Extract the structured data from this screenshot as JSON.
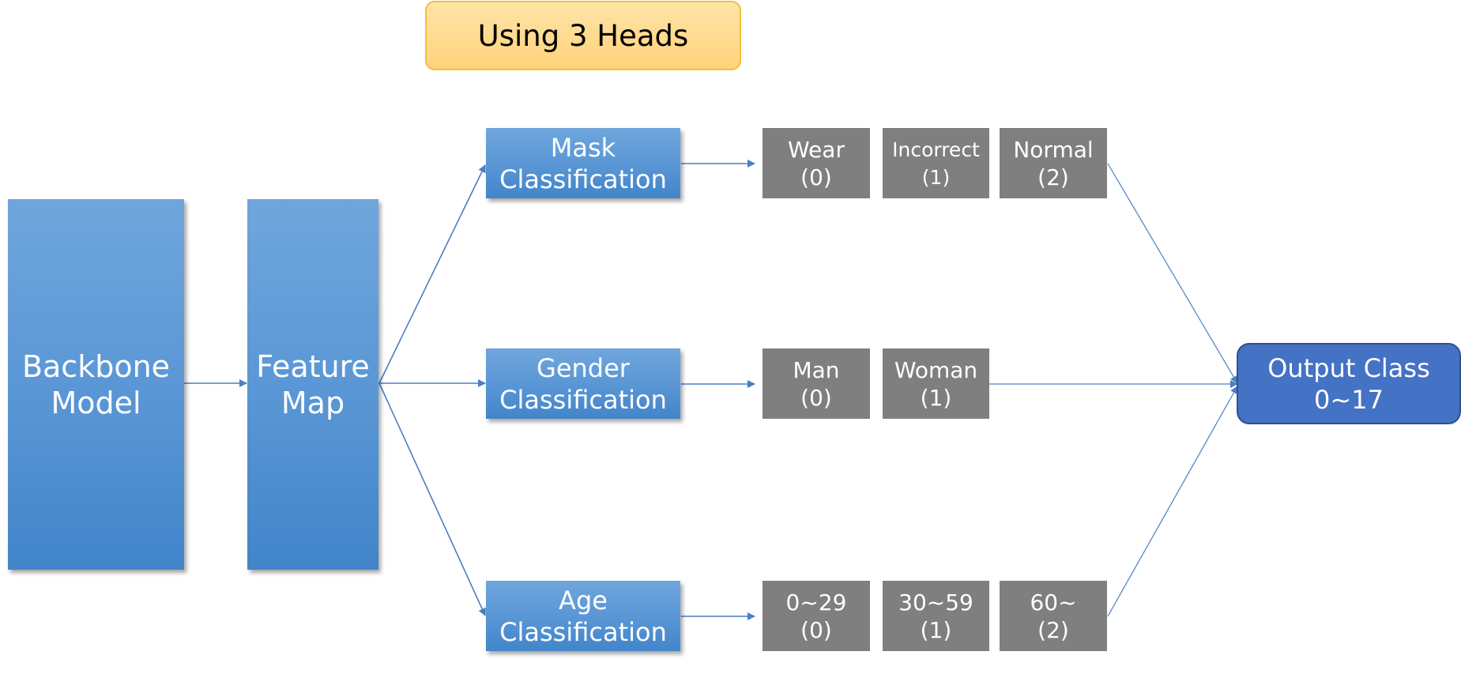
{
  "title": "Using 3 Heads",
  "backbone": {
    "line1": "Backbone",
    "line2": "Model"
  },
  "feature_map": {
    "line1": "Feature",
    "line2": "Map"
  },
  "heads": [
    {
      "line1": "Mask",
      "line2": "Classification",
      "classes": [
        {
          "label": "Wear",
          "index": "(0)"
        },
        {
          "label": "Incorrect",
          "index": "(1)"
        },
        {
          "label": "Normal",
          "index": "(2)"
        }
      ]
    },
    {
      "line1": "Gender",
      "line2": "Classification",
      "classes": [
        {
          "label": "Man",
          "index": "(0)"
        },
        {
          "label": "Woman",
          "index": "(1)"
        }
      ]
    },
    {
      "line1": "Age",
      "line2": "Classification",
      "classes": [
        {
          "label": "0~29",
          "index": "(0)"
        },
        {
          "label": "30~59",
          "index": "(1)"
        },
        {
          "label": "60~",
          "index": "(2)"
        }
      ]
    }
  ],
  "output": {
    "line1": "Output Class",
    "line2": "0~17"
  },
  "colors": {
    "block_blue": "#5b9bd5",
    "class_gray": "#7f7f7f",
    "output_blue": "#4472c4",
    "title_fill": "#ffd37a",
    "connector": "#4a7fc1"
  }
}
